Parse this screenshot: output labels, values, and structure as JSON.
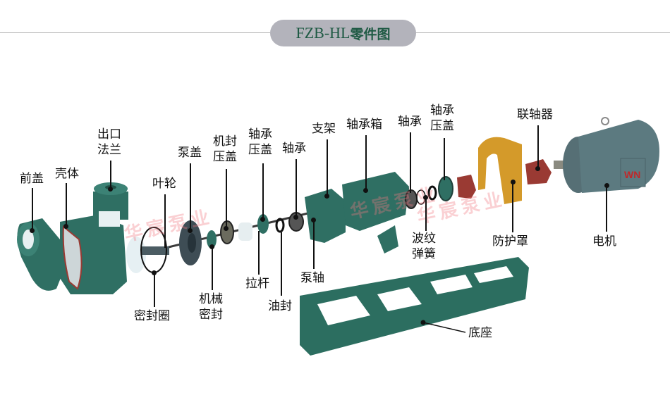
{
  "title": {
    "model": "FZB-HL",
    "suffix": "零件图"
  },
  "watermarks": [
    "华宸泵业",
    "华宸泵业",
    "华宸泵业"
  ],
  "colors": {
    "title_pill": "#b3b3bb",
    "title_text": "#1f5a44",
    "pump_green": "#2f6f63",
    "ptfe_white": "#e8f0f2",
    "guard_orange": "#d49a2a",
    "coupling_red": "#9a3a33",
    "motor_gray": "#5c7a80"
  },
  "parts": [
    {
      "id": "front-cover",
      "label": "前盖"
    },
    {
      "id": "casing",
      "label": "壳体"
    },
    {
      "id": "outlet-flange",
      "label": "出口\n法兰",
      "line1": "出口",
      "line2": "法兰"
    },
    {
      "id": "seal-ring",
      "label": "密封圈"
    },
    {
      "id": "impeller",
      "label": "叶轮"
    },
    {
      "id": "pump-cover",
      "label": "泵盖"
    },
    {
      "id": "mechanical-seal",
      "label": "机械密封",
      "line1": "机械",
      "line2": "密封"
    },
    {
      "id": "seal-gland",
      "label": "机封压盖",
      "line1": "机封",
      "line2": "压盖"
    },
    {
      "id": "tie-rod",
      "label": "拉杆"
    },
    {
      "id": "bearing-gland-1",
      "label": "轴承压盖",
      "line1": "轴承",
      "line2": "压盖"
    },
    {
      "id": "oil-seal",
      "label": "油封"
    },
    {
      "id": "bearing-1",
      "label": "轴承"
    },
    {
      "id": "pump-shaft",
      "label": "泵轴"
    },
    {
      "id": "bracket",
      "label": "支架"
    },
    {
      "id": "bearing-box",
      "label": "轴承箱"
    },
    {
      "id": "bearing-2",
      "label": "轴承"
    },
    {
      "id": "wave-spring",
      "label": "波纹弹簧",
      "line1": "波纹",
      "line2": "弹簧"
    },
    {
      "id": "bearing-gland-2",
      "label": "轴承压盖",
      "line1": "轴承",
      "line2": "压盖"
    },
    {
      "id": "guard",
      "label": "防护罩"
    },
    {
      "id": "coupling",
      "label": "联轴器"
    },
    {
      "id": "motor",
      "label": "电机",
      "badge": "WN"
    },
    {
      "id": "base",
      "label": "底座"
    }
  ]
}
